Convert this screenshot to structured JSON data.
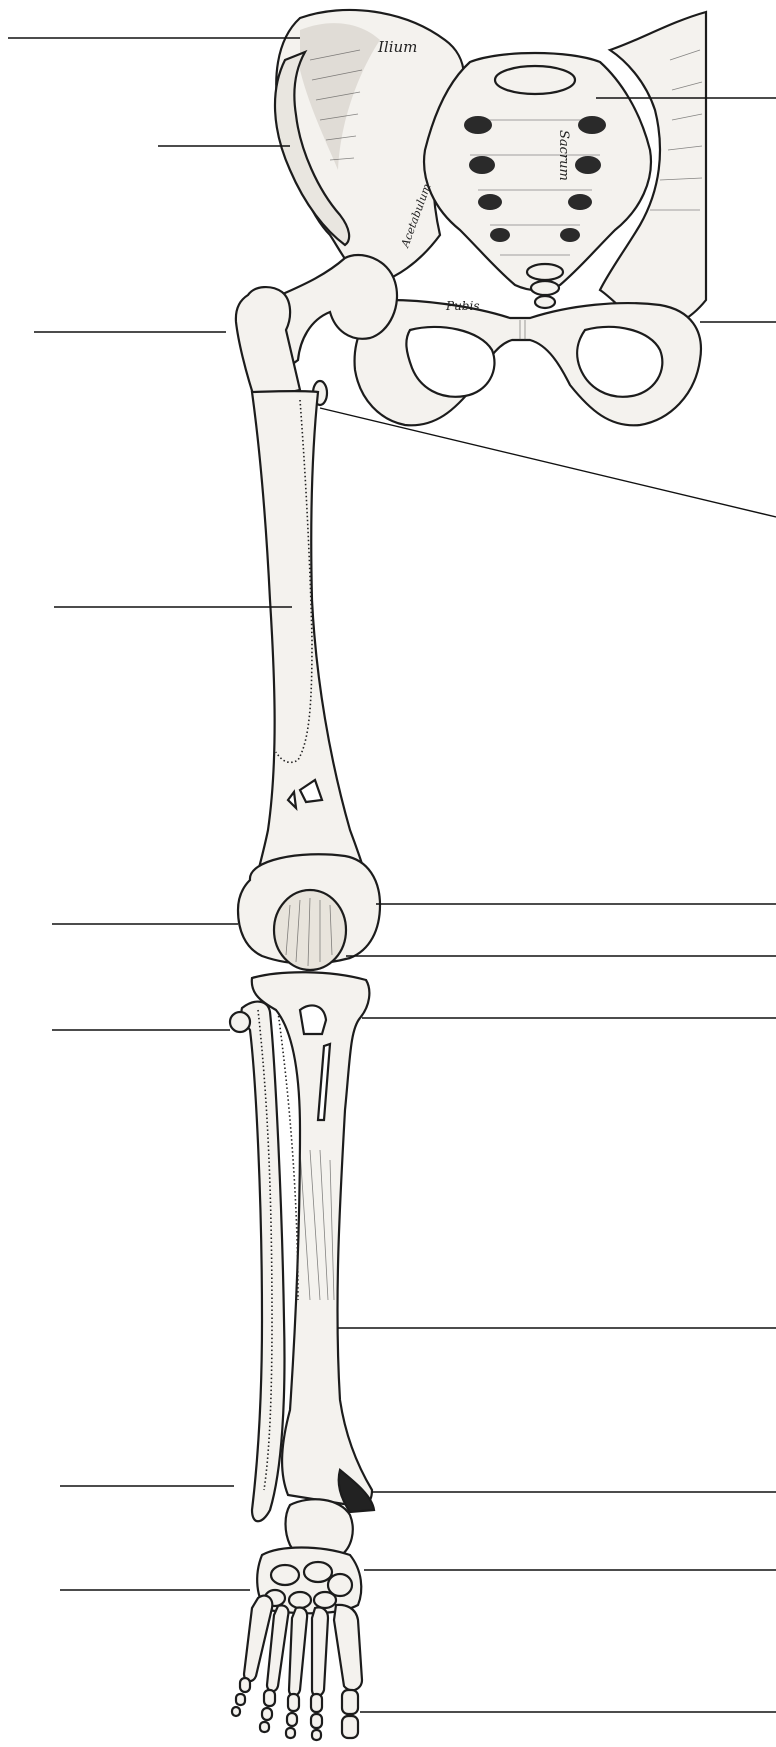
{
  "figure": {
    "bone_labels": {
      "ilium": "Ilium",
      "sacrum": "Sacrum",
      "acetabulum": "Acetabulum",
      "pubis": "Pubis"
    },
    "leader_lines": {
      "left": [
        "leader-ilium-crest",
        "leader-iliac-wing",
        "leader-greater-trochanter",
        "leader-femur-shaft",
        "leader-lateral-condyle",
        "leader-fibula-head",
        "leader-lateral-malleolus",
        "leader-tarsals-lateral"
      ],
      "right": [
        "leader-sacrum",
        "leader-pubic-symphysis",
        "leader-lesser-trochanter",
        "leader-medial-condyle",
        "leader-patella",
        "leader-tibia-tuberosity",
        "leader-tibia-shaft",
        "leader-medial-malleolus",
        "leader-tarsals-medial",
        "leader-phalanges"
      ]
    },
    "colors": {
      "ink": "#1c1c1c",
      "bone_fill": "#f4f2ee",
      "shade": "#cfcac2",
      "background": "#ffffff"
    }
  }
}
